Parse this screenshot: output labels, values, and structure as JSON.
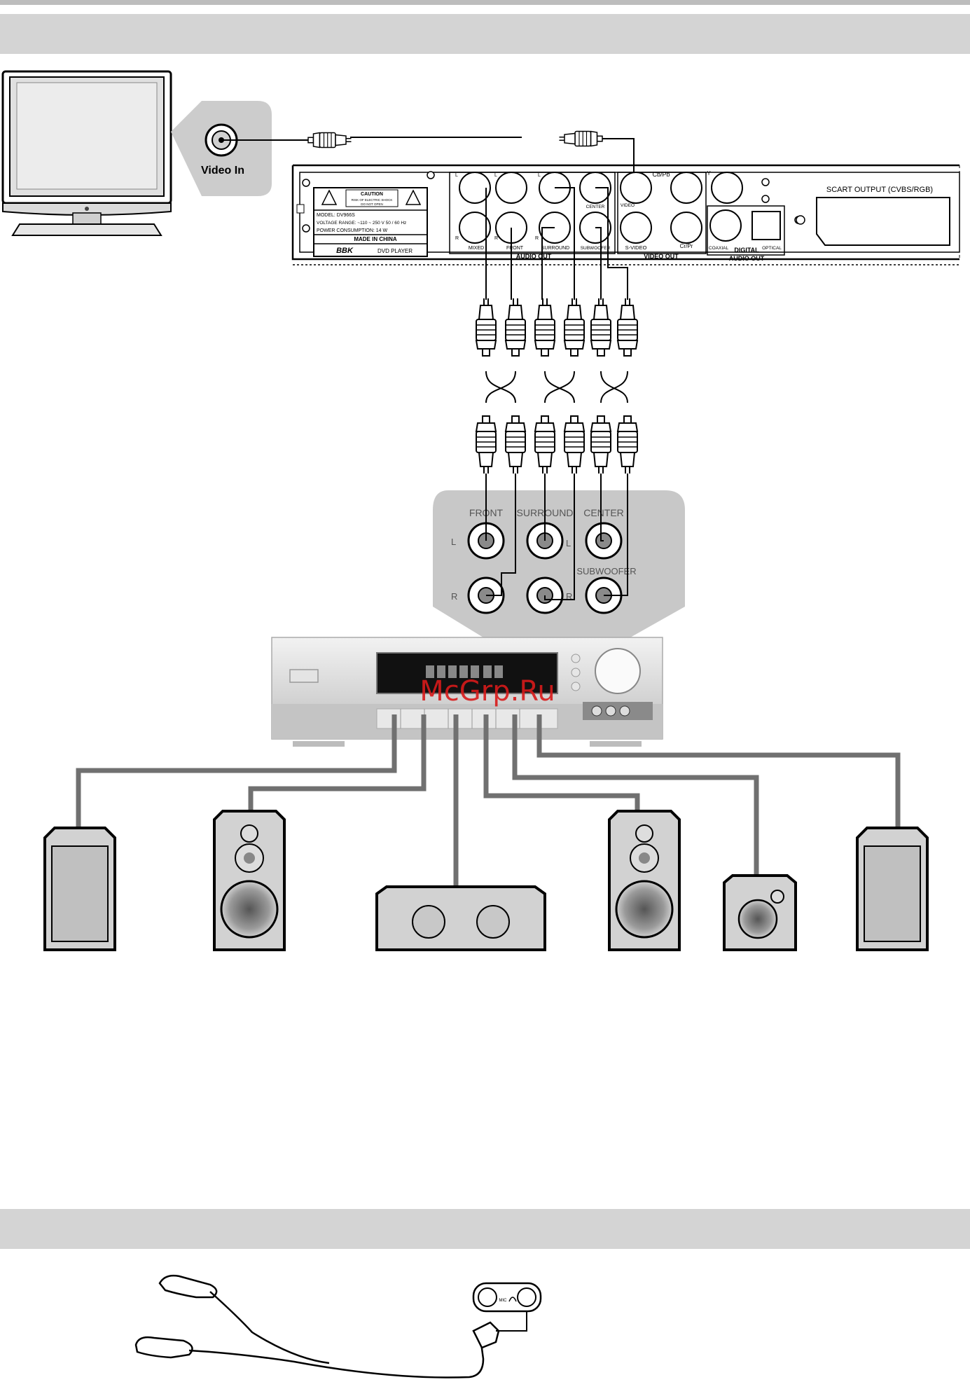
{
  "tv": {
    "input_label": "Video In"
  },
  "dvd": {
    "caution": "CAUTION",
    "caution_sub1": "RISK OF ELECTRIC SHOCK",
    "caution_sub2": "DO NOT OPEN",
    "model": "MODEL:  DV966S",
    "voltage": "VOLTAGE RANGE:  ~110 ~ 250 V   50 / 60 Hz",
    "power": "POWER CONSUMPTION: 14 W",
    "made_in": "MADE IN CHINA",
    "brand": "BBK",
    "product": "DVD PLAYER",
    "jack_l": "L",
    "jack_r": "R",
    "mixed": "MIXED",
    "front": "FRONT",
    "surround": "SURROUND",
    "center": "CENTER",
    "subwoofer": "SUBWOOFER",
    "audio_out": "AUDIO OUT",
    "video": "VIDEO",
    "cbpb": "Cb/Pb",
    "y": "Y",
    "svideo": "S-VIDEO",
    "crpr": "Cr/Pr",
    "video_out": "VIDEO OUT",
    "coaxial": "COAXIAL",
    "optical": "OPTICAL",
    "digital": "DIGITAL",
    "digital_audio_out": "AUDIO OUT",
    "scart": "SCART OUTPUT (CVBS/RGB)"
  },
  "amp_panel": {
    "front": "FRONT",
    "surround": "SURROUND",
    "center": "CENTER",
    "subwoofer": "SUBWOOFER",
    "l": "L",
    "r": "R"
  },
  "watermark": "McGrp.Ru",
  "headphone": {
    "mic": "MIC"
  },
  "colors": {
    "header_bar": "#d4d4d4",
    "watermark": "#d81a1a",
    "cable": "#707070"
  }
}
